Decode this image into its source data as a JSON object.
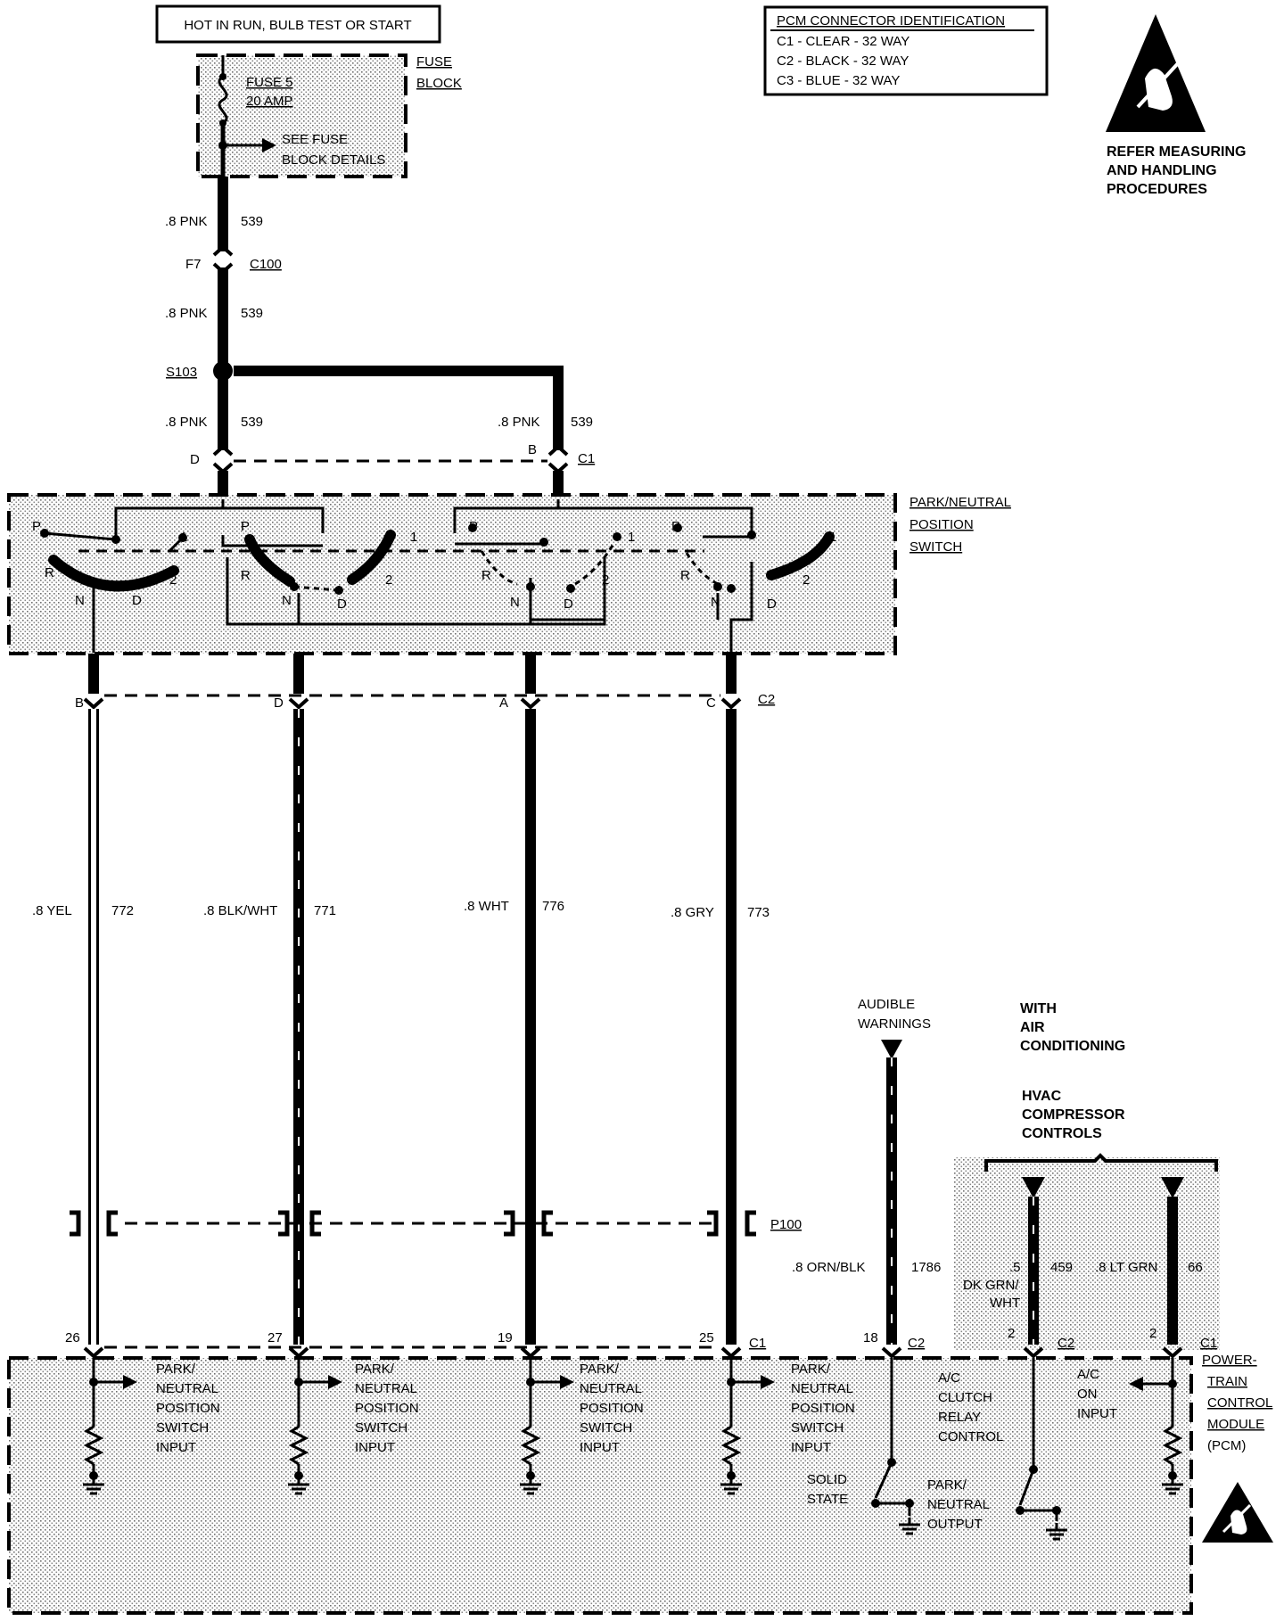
{
  "header": {
    "power_label": "HOT IN RUN, BULB TEST OR START",
    "pcm_id_title": "PCM CONNECTOR IDENTIFICATION",
    "pcm_id_rows": [
      "C1 - CLEAR - 32 WAY",
      "C2 - BLACK - 32 WAY",
      "C3 - BLUE - 32 WAY"
    ],
    "esd_note": [
      "REFER MEASURING",
      "AND HANDLING",
      "PROCEDURES"
    ]
  },
  "fuse_block": {
    "fuse_name": "FUSE 5",
    "fuse_rating": "20 AMP",
    "see_details": [
      "SEE FUSE",
      "BLOCK DETAILS"
    ],
    "title": [
      "FUSE",
      "BLOCK"
    ]
  },
  "feed": {
    "wire1_size_color": ".8 PNK",
    "wire1_circuit": "539",
    "c100_pin": "F7",
    "c100_name": "C100",
    "wire2_size_color": ".8 PNK",
    "wire2_circuit": "539",
    "splice_name": "S103",
    "wire3_size_color": ".8 PNK",
    "wire3_circuit": "539",
    "wire4_size_color": ".8 PNK",
    "wire4_circuit": "539",
    "c1_pin_d": "D",
    "c1_pin_b": "B",
    "c1_name": "C1"
  },
  "switch": {
    "title": [
      "PARK/NEUTRAL",
      "POSITION",
      "SWITCH"
    ],
    "pos_p": "P",
    "pos_r": "R",
    "pos_n": "N",
    "pos_d": "D",
    "pos_1": "1",
    "pos_2": "2"
  },
  "outputs": {
    "c2_name": "C2",
    "p100_name": "P100",
    "wires": [
      {
        "pin": "B",
        "size_color": ".8 YEL",
        "circuit": "772",
        "pcm_pin": "26"
      },
      {
        "pin": "D",
        "size_color": ".8 BLK/WHT",
        "circuit": "771",
        "pcm_pin": "27"
      },
      {
        "pin": "A",
        "size_color": ".8 WHT",
        "circuit": "776",
        "pcm_pin": "19"
      },
      {
        "pin": "C",
        "size_color": ".8 GRY",
        "circuit": "773",
        "pcm_pin": "25",
        "pcm_conn": "C1"
      }
    ]
  },
  "right": {
    "audible": [
      "AUDIBLE",
      "WARNINGS"
    ],
    "with_ac": [
      "WITH",
      "AIR",
      "CONDITIONING"
    ],
    "hvac": [
      "HVAC",
      "COMPRESSOR",
      "CONTROLS"
    ],
    "orn_size_color": ".8 ORN/BLK",
    "orn_circuit": "1786",
    "orn_pin": "18",
    "orn_conn": "C2",
    "dkgrn_size": ".5",
    "dkgrn_circuit": "459",
    "dkgrn_color": [
      "DK GRN/",
      "WHT"
    ],
    "dkgrn_pin": "2",
    "dkgrn_conn": "C2",
    "ltgrn_size_color": ".8 LT GRN",
    "ltgrn_circuit": "66",
    "ltgrn_pin": "2",
    "ltgrn_conn": "C1"
  },
  "pcm": {
    "input_label": [
      "PARK/",
      "NEUTRAL",
      "POSITION",
      "SWITCH",
      "INPUT"
    ],
    "solid_state": [
      "SOLID",
      "STATE"
    ],
    "pn_output": [
      "PARK/",
      "NEUTRAL",
      "OUTPUT"
    ],
    "ac_clutch": [
      "A/C",
      "CLUTCH",
      "RELAY",
      "CONTROL"
    ],
    "ac_on": [
      "A/C",
      "ON",
      "INPUT"
    ],
    "title": [
      "POWER-",
      "TRAIN",
      "CONTROL",
      "MODULE",
      "(PCM)"
    ]
  }
}
